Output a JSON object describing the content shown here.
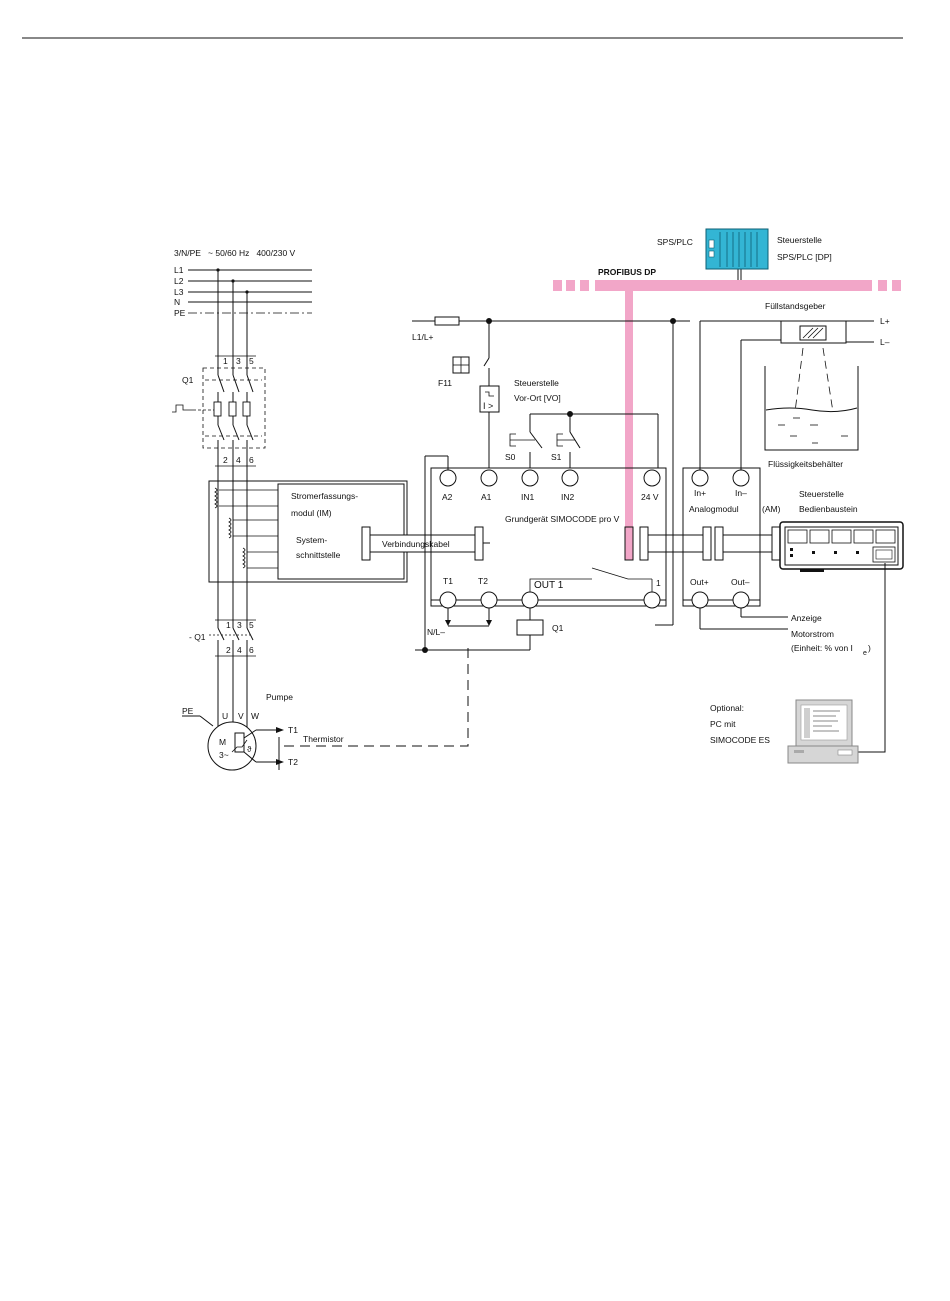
{
  "colors": {
    "profibus": "#f2a6c8",
    "plc": "#33b5d4",
    "line": "#111111"
  },
  "supply": {
    "spec": "3/N/PE   ~ 50/60 Hz   400/230 V",
    "conductors": [
      "L1",
      "L2",
      "L3",
      "N",
      "PE"
    ]
  },
  "q1_top": {
    "label": "Q1",
    "terminals_top": [
      "1",
      "3",
      "5"
    ],
    "terminals_bottom": [
      "2",
      "4",
      "6"
    ]
  },
  "current_module": {
    "line1": "Stromerfassungs-",
    "line2": "modul (IM)"
  },
  "system_interface": {
    "line1": "System-",
    "line2": "schnittstelle"
  },
  "cable_label": "Verbindungskabel",
  "contactor": {
    "label": "- Q1",
    "terminals_top": [
      "1",
      "3",
      "5"
    ],
    "terminals_bottom": [
      "2",
      "4",
      "6"
    ]
  },
  "motor": {
    "pe": "PE",
    "phases": [
      "U",
      "V",
      "W"
    ],
    "title": "Pumpe",
    "symbol": "M",
    "type": "3~",
    "t1": "T1",
    "t2": "T2",
    "thermistor": "Thermistor"
  },
  "profibus": {
    "label": "PROFIBUS DP"
  },
  "plc": {
    "side_label": "SPS/PLC",
    "title_line1": "Steuerstelle",
    "title_line2": "SPS/PLC [DP]"
  },
  "control_supply": {
    "l1": "L1/L+",
    "fuse": "F11",
    "n_l": "N/L–"
  },
  "local_control": {
    "line1": "Steuerstelle",
    "line2": "Vor-Ort [VO]",
    "s0": "S0",
    "s1": "S1"
  },
  "basic_unit": {
    "title": "Grundgerät SIMOCODE pro V",
    "top_terminals": [
      "A2",
      "A1",
      "IN1",
      "IN2",
      "24 V"
    ],
    "bottom_terminals": [
      "T1",
      "T2"
    ],
    "out_label": "OUT 1",
    "out_terminal": "1",
    "coil_label": "Q1"
  },
  "level_sensor": {
    "title": "Füllstandsgeber",
    "lplus": "L+",
    "lminus": "L–",
    "tank": "Flüssigkeitsbehälter"
  },
  "analog_module": {
    "in_plus": "In+",
    "in_minus": "In–",
    "title": "Analogmodul",
    "abbr": "(AM)",
    "out_plus": "Out+",
    "out_minus": "Out–"
  },
  "operator_panel": {
    "line1": "Steuerstelle",
    "line2": "Bedienbaustein"
  },
  "display": {
    "line1": "Anzeige",
    "line2": "Motorstrom",
    "line3": "(Einheit: % von I",
    "sub": "e",
    "close": ")"
  },
  "optional_pc": {
    "line1": "Optional:",
    "line2": "PC mit",
    "line3": "SIMOCODE ES"
  }
}
